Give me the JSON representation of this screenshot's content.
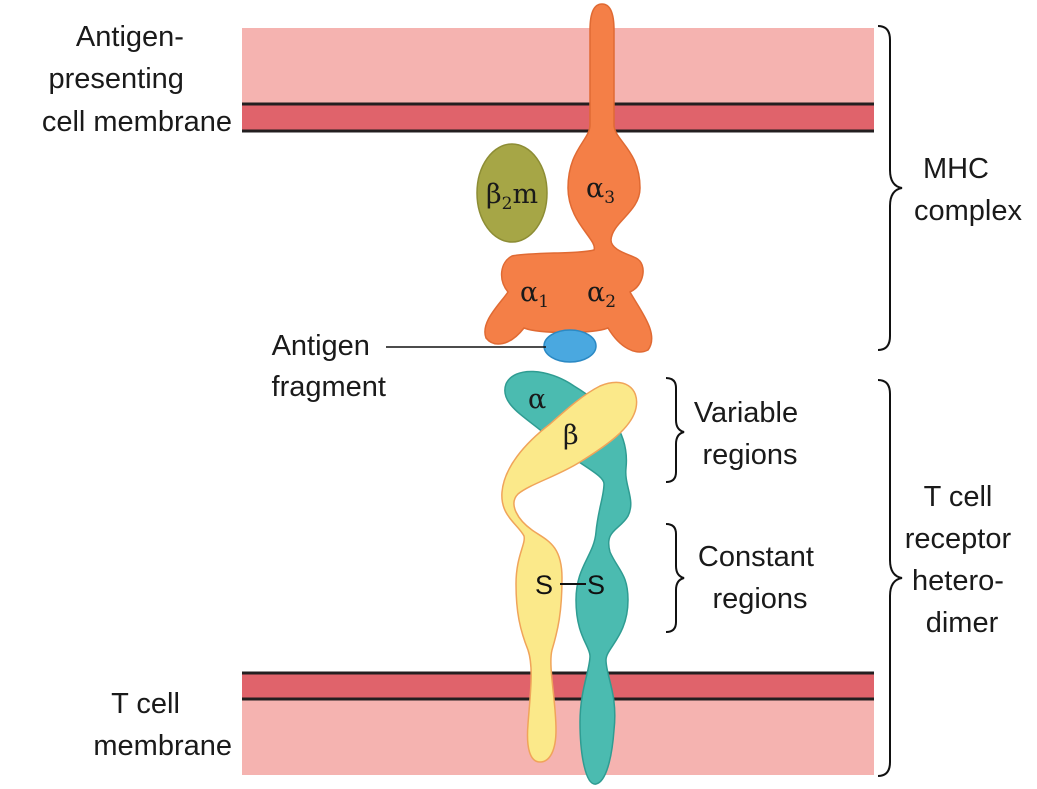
{
  "labels": {
    "apc_line1": "Antigen-",
    "apc_line2": "presenting",
    "apc_line3": "cell membrane",
    "tcell_line1": "T cell",
    "tcell_line2": "membrane",
    "antigen_line1": "Antigen",
    "antigen_line2": "fragment",
    "mhc_line1": "MHC",
    "mhc_line2": "complex",
    "variable_line1": "Variable",
    "variable_line2": "regions",
    "constant_line1": "Constant",
    "constant_line2": "regions",
    "tcr_line1": "T cell",
    "tcr_line2": "receptor",
    "tcr_line3": "hetero-",
    "tcr_line4": "dimer"
  },
  "domains": {
    "b2m_main": "β",
    "b2m_sub": "2",
    "b2m_tail": "m",
    "alpha3_main": "α",
    "alpha3_sub": "3",
    "alpha1_main": "α",
    "alpha1_sub": "1",
    "alpha2_main": "α",
    "alpha2_sub": "2",
    "tcr_alpha": "α",
    "tcr_beta": "β",
    "disulfide_left": "S",
    "disulfide_right": "S"
  },
  "colors": {
    "membrane_light": "#f5b3b0",
    "membrane_dark": "#e0636b",
    "membrane_line": "#231f20",
    "mhc_orange": "#f47f47",
    "b2m_olive": "#a6a646",
    "antigen_blue": "#4aa8e0",
    "tcr_alpha_teal": "#4bbbb0",
    "tcr_beta_yellow": "#fbe98a"
  }
}
